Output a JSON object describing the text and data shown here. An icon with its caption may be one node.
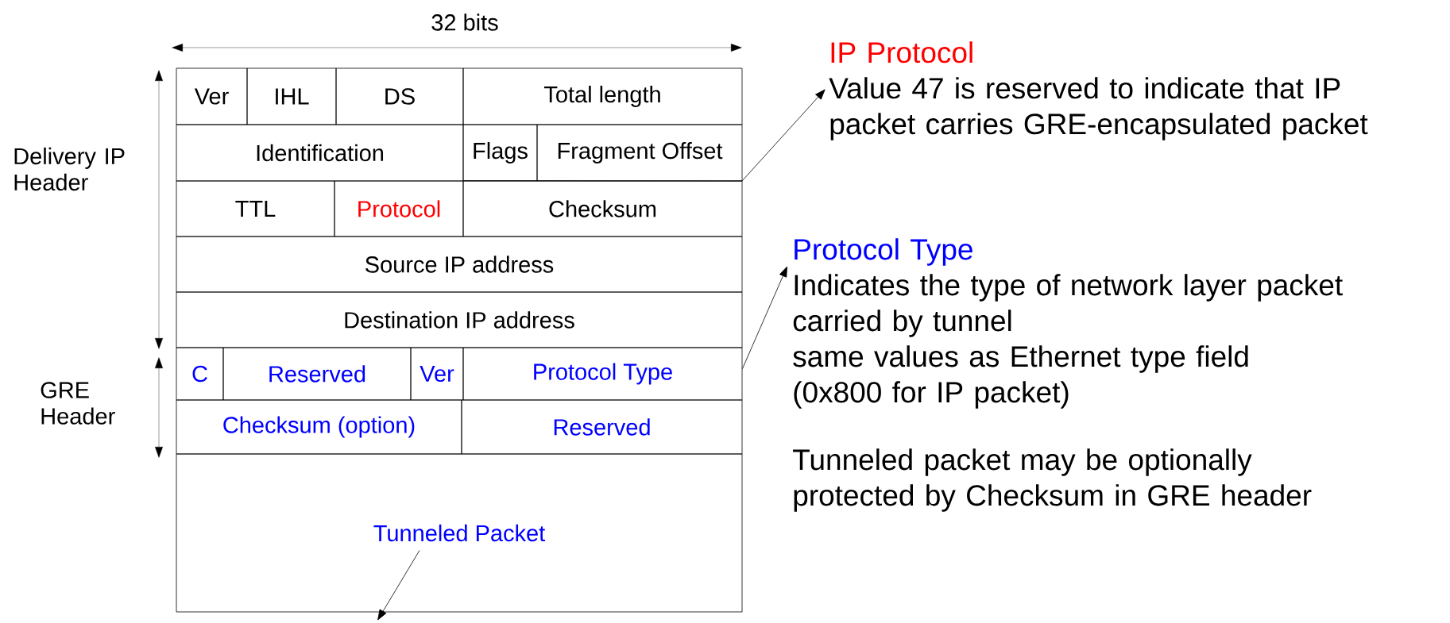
{
  "diagram": {
    "nodes": [
      {
        "text": [
          "Ver"
        ]
      },
      {
        "text": [
          "IHL"
        ]
      },
      {
        "text": [
          "DS"
        ]
      },
      {
        "text": [
          "Total length"
        ]
      },
      {
        "text": [
          "Identification"
        ]
      },
      {
        "text": [
          "Flags"
        ]
      },
      {
        "text": [
          "Fragment Offset"
        ]
      },
      {
        "text": [
          "TTL"
        ]
      },
      {
        "text": [
          "Protocol"
        ]
      },
      {
        "text": [
          "Checksum"
        ]
      },
      {
        "text": [
          "Source IP address"
        ]
      },
      {
        "text": [
          "Destination IP address"
        ]
      },
      {
        "text": [
          "C"
        ]
      },
      {
        "text": [
          "Reserved"
        ]
      },
      {
        "text": [
          "Ver"
        ]
      },
      {
        "text": [
          "Protocol Type"
        ]
      },
      {
        "text": [
          "Checksum (option)"
        ]
      },
      {
        "text": [
          "Reserved"
        ]
      },
      {
        "text": [
          "Tunneled Packet"
        ]
      },
      {
        "text": [
          "IP Protocol",
          "Value 47 is reserved to indicate that IP packet carries GRE-encapsulated packet"
        ]
      },
      {
        "text": [
          "Protocol Type",
          "Indicates the type of network layer packet carried by tunnel",
          "same values as Ethernet type field (0x800 for IP packet)",
          "Tunneled packet may be optionally protected by Checksum in GRE header"
        ]
      }
    ],
    "edges": [
      {
        "from": 8,
        "to": 19,
        "arrow": "to"
      },
      {
        "from": 15,
        "to": 20,
        "arrow": "to"
      },
      {
        "from": 18,
        "to": null,
        "arrow": "to"
      }
    ],
    "labels": [
      "32 bits",
      "Delivery IP Header",
      "GRE Header"
    ]
  }
}
